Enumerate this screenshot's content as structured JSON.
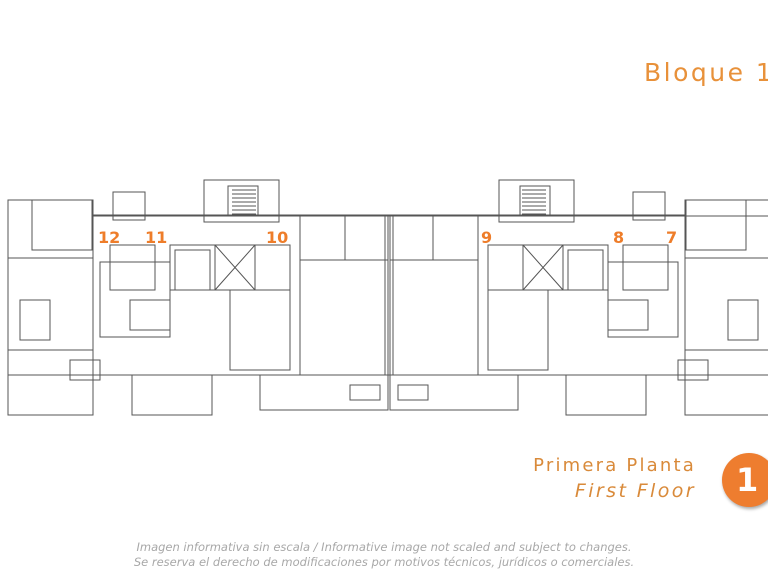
{
  "title": "Bloque 1",
  "units": [
    "12",
    "11",
    "10",
    "9",
    "8",
    "7"
  ],
  "floor": {
    "name_es": "Primera Planta",
    "name_en": "First Floor",
    "number": "1"
  },
  "disclaimer": {
    "line1": "Imagen informativa sin escala /  Informative image not scaled and subject to changes.",
    "line2": "Se reserva el derecho de modificaciones por motivos técnicos, jurídicos o comerciales."
  },
  "colors": {
    "accent": "#ee7d2a",
    "walls": "#555555"
  }
}
